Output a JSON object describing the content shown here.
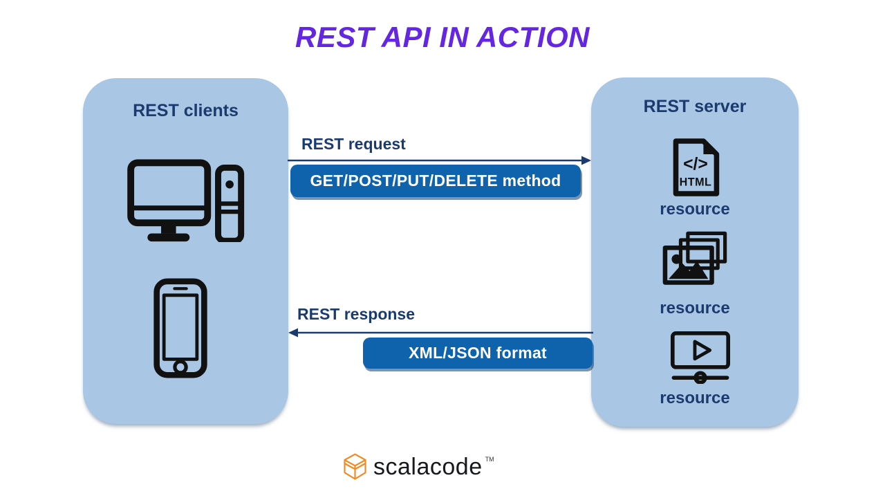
{
  "title": "REST API IN ACTION",
  "client_panel": {
    "title": "REST clients",
    "icons": [
      "desktop-computer",
      "smartphone"
    ]
  },
  "server_panel": {
    "title": "REST server",
    "html_icon_glyph": "</>",
    "html_icon_label": "HTML",
    "resources": [
      {
        "icon": "html-file-icon",
        "label": "resource"
      },
      {
        "icon": "image-stack-icon",
        "label": "resource"
      },
      {
        "icon": "video-player-icon",
        "label": "resource"
      }
    ]
  },
  "request": {
    "label": "REST request",
    "box": "GET/POST/PUT/DELETE method"
  },
  "response": {
    "label": "REST response",
    "box": "XML/JSON format"
  },
  "footer": {
    "brand": "scalacode",
    "trademark": "TM"
  },
  "colors": {
    "panel_blue": "#a9c7e5",
    "box_blue": "#0f62ac",
    "navy_text": "#1b3b6f",
    "title_purple": "#6426e0",
    "logo_orange": "#f08a24",
    "icon_black": "#111111"
  }
}
